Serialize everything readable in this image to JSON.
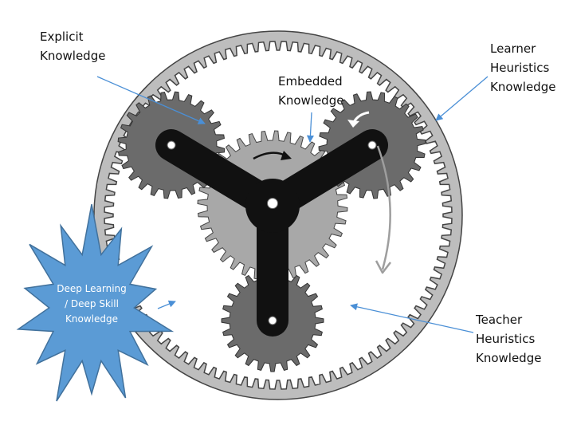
{
  "labels": {
    "explicit": [
      "Explicit",
      "Knowledge"
    ],
    "embedded": [
      "Embedded",
      "Knowledge"
    ],
    "learner": [
      "Learner",
      "Heuristics",
      "Knowledge"
    ],
    "teacher": [
      "Teacher",
      "Heuristics",
      "Knowledge"
    ],
    "deep": [
      "Deep Learning",
      "/ Deep Skill",
      "Knowledge"
    ]
  },
  "colors": {
    "ring_gear": "#bdbdbd",
    "sun_gear": "#a8a8a8",
    "planet_gear": "#6b6b6b",
    "carrier": "#111111",
    "arrow": "#4a8fd6",
    "starburst": "#5b9bd5",
    "starburst_edge": "#41719c",
    "outline": "#444444"
  }
}
